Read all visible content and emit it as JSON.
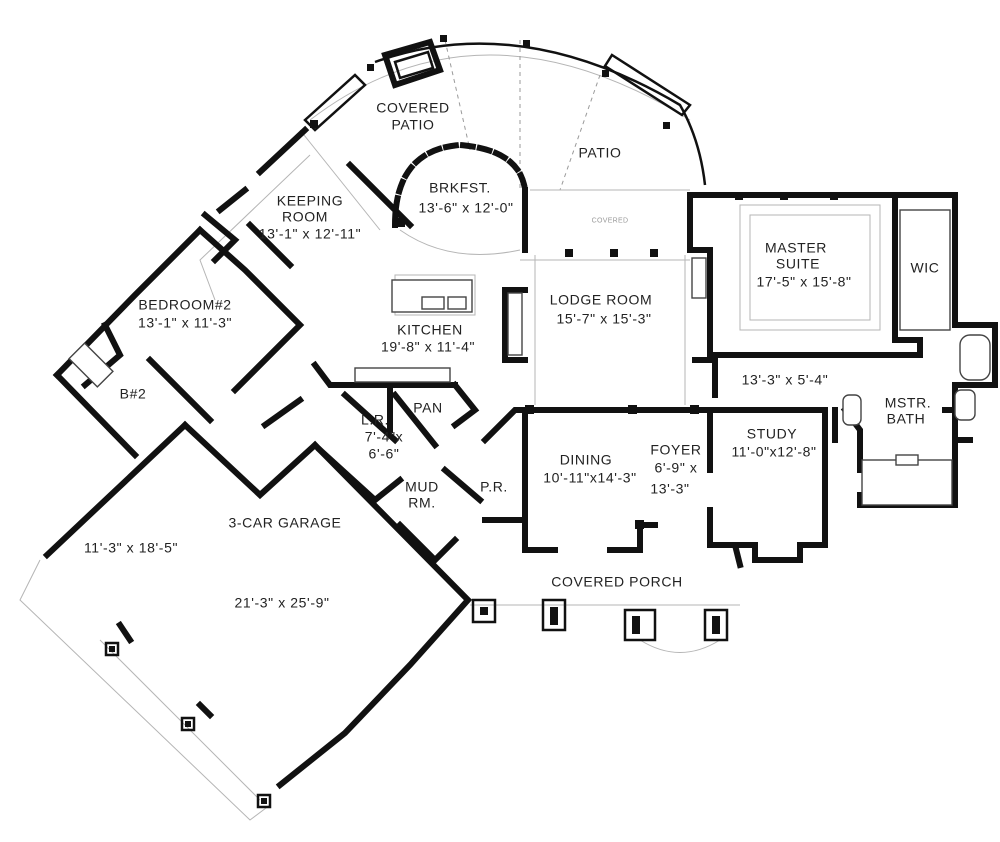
{
  "rooms": {
    "covered_patio_top": "COVERED",
    "covered_patio_bottom": "PATIO",
    "patio": "PATIO",
    "covered_small": "COVERED",
    "keeping_room_name": "KEEPING",
    "keeping_room_name2": "ROOM",
    "keeping_room_dims": "13'-1\" x 12'-11\"",
    "brkfst_name": "BRKFST.",
    "brkfst_dims": "13'-6\" x 12'-0\"",
    "master_suite_name": "MASTER",
    "master_suite_name2": "SUITE",
    "master_suite_dims": "17'-5\" x 15'-8\"",
    "wic": "WIC",
    "bedroom2_name": "BEDROOM#2",
    "bedroom2_dims": "13'-1\" x 11'-3\"",
    "lodge_room_name": "LODGE ROOM",
    "lodge_room_dims": "15'-7\" x 15'-3\"",
    "kitchen_name": "KITCHEN",
    "kitchen_dims": "19'-8\" x 11'-4\"",
    "hall_dims": "13'-3\" x 5'-4\"",
    "b2": "B#2",
    "pan": "PAN",
    "lr_name": "L.R.",
    "lr_dims1": "7'-4\"x",
    "lr_dims2": "6'-6\"",
    "mstr_bath_name": "MSTR.",
    "mstr_bath_name2": "BATH",
    "study_name": "STUDY",
    "study_dims": "11'-0\"x12'-8\"",
    "dining_name": "DINING",
    "dining_dims": "10'-11\"x14'-3\"",
    "foyer_name": "FOYER",
    "foyer_dims1": "6'-9\" x",
    "foyer_dims2": "13'-3\"",
    "pr": "P.R.",
    "mud_name": "MUD",
    "mud_name2": "RM.",
    "garage_name": "3-CAR GARAGE",
    "garage_bay_dims": "11'-3\" x 18'-5\"",
    "garage_dims": "21'-3\" x 25'-9\"",
    "covered_porch": "COVERED PORCH"
  }
}
